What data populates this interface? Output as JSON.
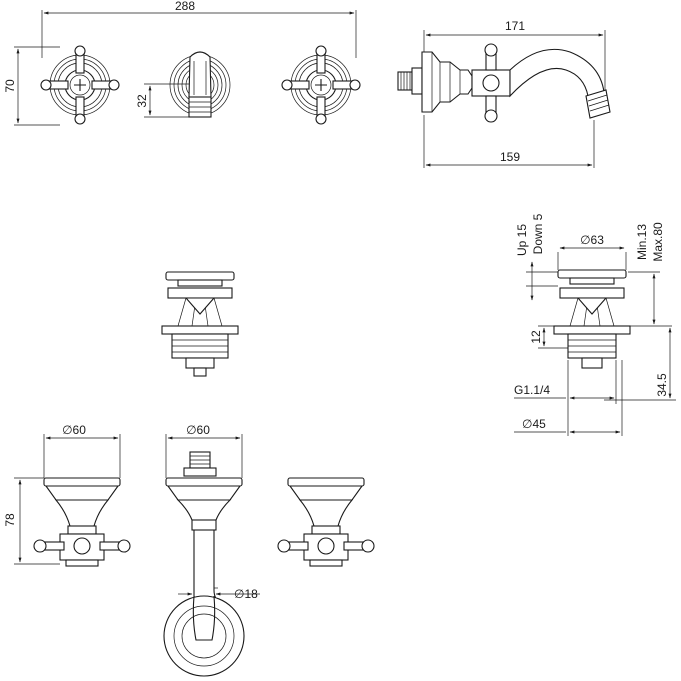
{
  "dimensions": {
    "top_overall_width": "288",
    "top_height": "70",
    "top_handle_offset": "32",
    "side_length_upper": "171",
    "side_length_lower": "159",
    "drain_travel_up": "Up 15",
    "drain_travel_down": "Down 5",
    "drain_cap_diameter": "∅63",
    "drain_min": "Min.13",
    "drain_max": "Max.80",
    "drain_step": "12",
    "drain_body_height": "34.5",
    "drain_thread": "G1.1/4",
    "drain_body_diameter": "∅45",
    "valve_left_diameter": "∅60",
    "valve_left_height": "78",
    "spout_rosette_diameter": "∅60",
    "spout_pipe_diameter": "∅18"
  }
}
